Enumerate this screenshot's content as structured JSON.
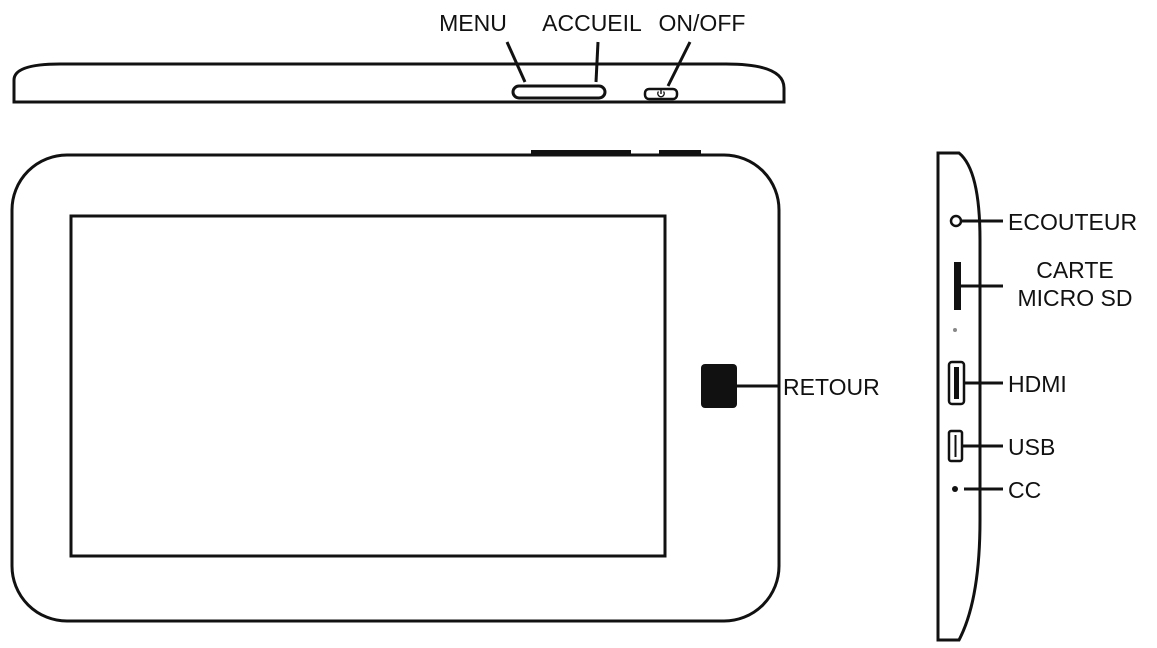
{
  "colors": {
    "line": "#111111",
    "fill": "#ffffff",
    "button": "#111111"
  },
  "top_view": {
    "menu_label": "MENU",
    "home_label": "ACCUEIL",
    "power_label": "ON/OFF",
    "power_icon": "power-icon"
  },
  "front_view": {
    "back_label": "RETOUR"
  },
  "side_view": {
    "earphone_label": "ECOUTEUR",
    "sd_label_line1": "CARTE",
    "sd_label_line2": "MICRO SD",
    "hdmi_label": "HDMI",
    "usb_label": "USB",
    "dc_label": "CC"
  }
}
